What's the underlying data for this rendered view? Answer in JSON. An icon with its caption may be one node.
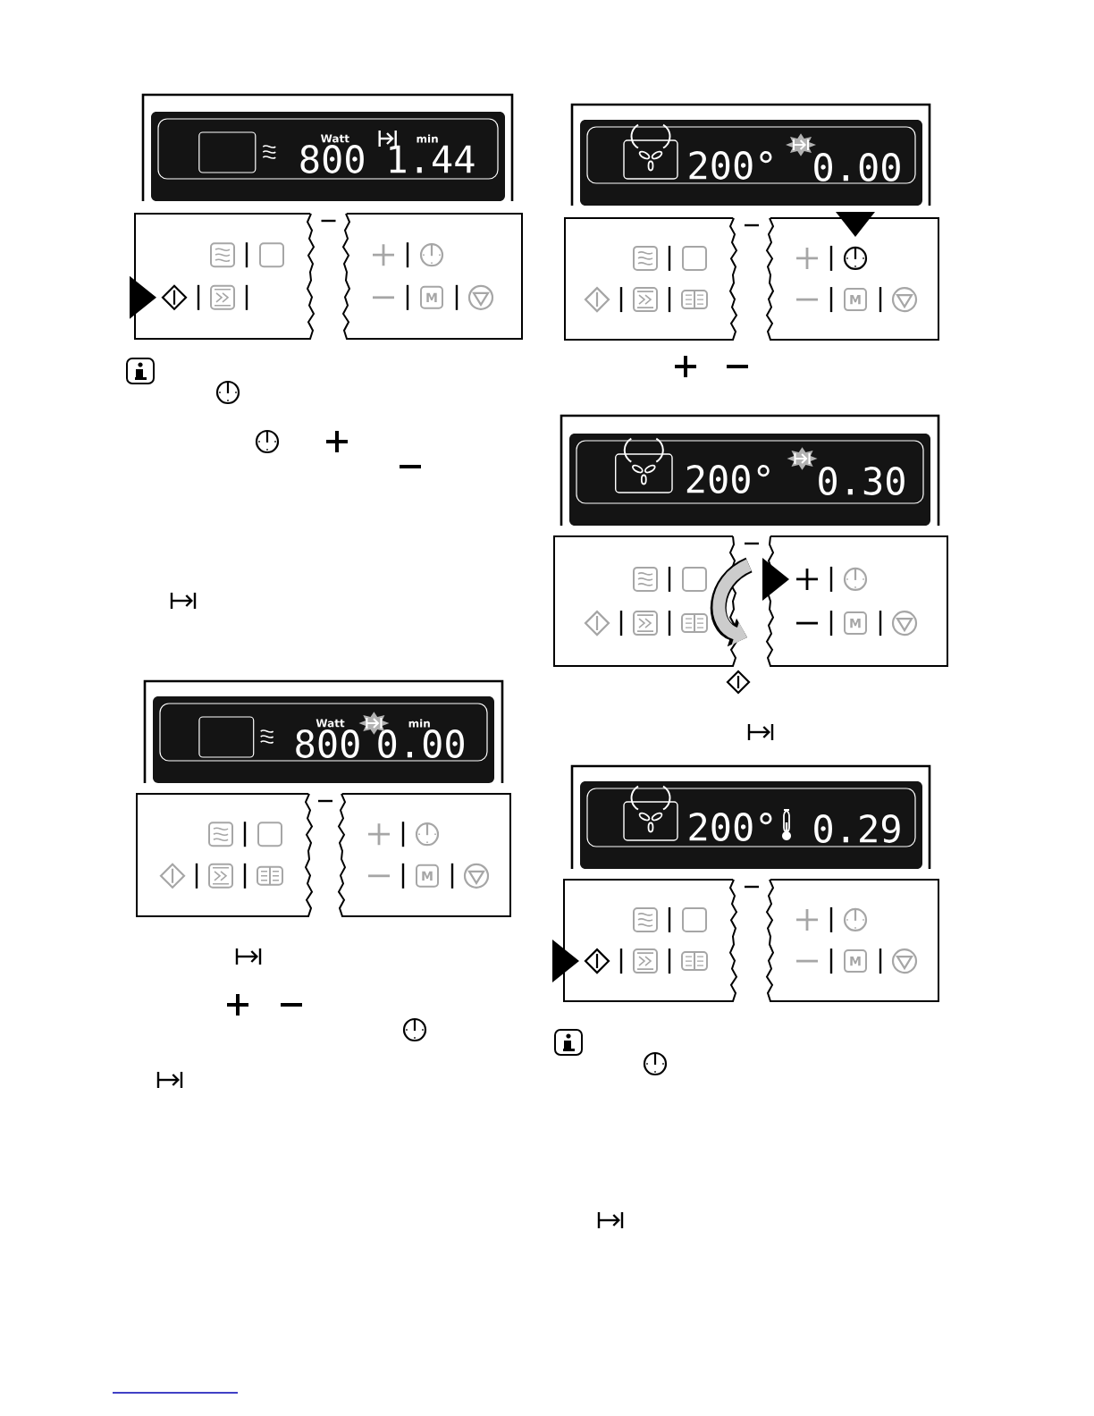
{
  "diagram": {
    "labels": [
      "Watt",
      "min",
      "800",
      "1.44",
      "M",
      "Watt",
      "min",
      "800",
      "0.00",
      "M",
      "200°",
      "0.00",
      "M",
      "200°",
      "0.30",
      "M",
      "200°",
      "0.29",
      "M"
    ]
  }
}
